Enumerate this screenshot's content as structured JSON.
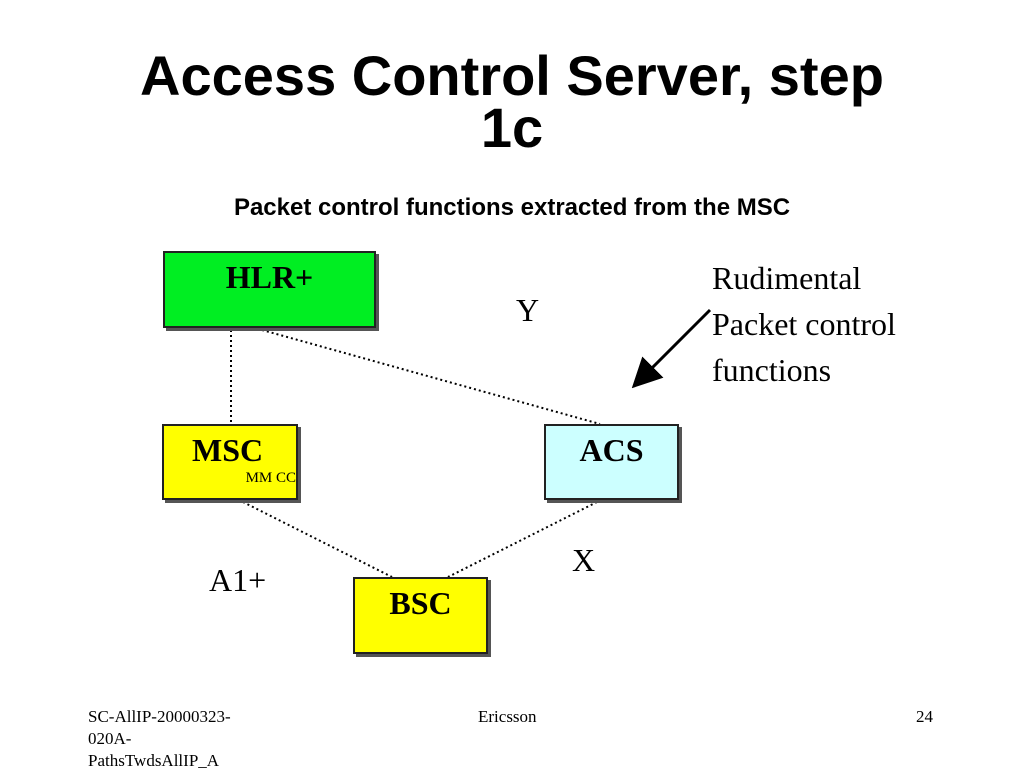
{
  "slide": {
    "title_line1": "Access Control Server, step",
    "title_line2": "1c",
    "subtitle": "Packet control functions extracted from the MSC"
  },
  "nodes": {
    "hlr": {
      "label": "HLR+",
      "color": "#00ee22"
    },
    "msc": {
      "label": "MSC",
      "sublabel": "MM CC",
      "color": "#ffff00"
    },
    "acs": {
      "label": "ACS",
      "color": "#ccffff"
    },
    "bsc": {
      "label": "BSC",
      "color": "#ffff00"
    }
  },
  "links": {
    "y_label": "Y",
    "x_label": "X",
    "a1_label": "A1+"
  },
  "annotation": {
    "line1": "Rudimental",
    "line2": "Packet control",
    "line3": "functions"
  },
  "footer": {
    "left_line1": "SC-AllIP-20000323-",
    "left_line2": "020A-",
    "left_line3": "PathsTwdsAllIP_A",
    "center": "Ericsson",
    "page": "24"
  }
}
